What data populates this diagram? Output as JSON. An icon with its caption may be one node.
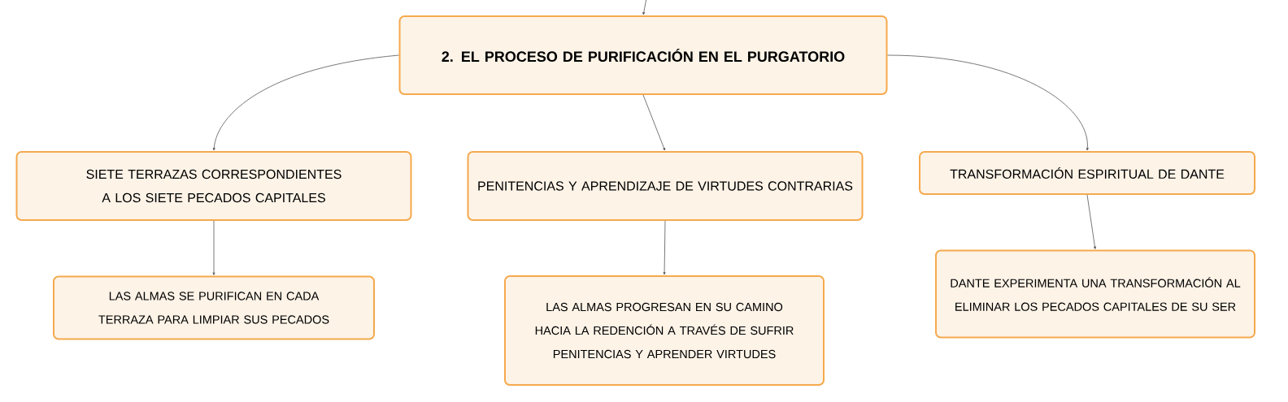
{
  "diagram": {
    "nodes": [
      {
        "text": [
          "2. EL PROCESO DE PURIFICACIÓN EN EL PURGATORIO"
        ]
      },
      {
        "text": [
          "SIETE TERRAZAS CORRESPONDIENTES A LOS SIETE PECADOS CAPITALES"
        ]
      },
      {
        "text": [
          "PENITENCIAS Y APRENDIZAJE DE VIRTUDES CONTRARIAS"
        ]
      },
      {
        "text": [
          "TRANSFORMACIÓN ESPIRITUAL DE DANTE"
        ]
      },
      {
        "text": [
          "LAS ALMAS SE PURIFICAN EN CADA TERRAZA PARA LIMPIAR SUS PECADOS"
        ]
      },
      {
        "text": [
          "LAS ALMAS PROGRESAN EN SU CAMINO HACIA LA REDENCIÓN A TRAVÉS DE SUFRIR PENITENCIAS Y APRENDER VIRTUDES"
        ]
      },
      {
        "text": [
          "DANTE EXPERIMENTA UNA TRANSFORMACIÓN AL ELIMINAR LOS PECADOS CAPITALES DE SU SER"
        ]
      }
    ],
    "edges": [
      {
        "from": null,
        "to": 0,
        "arrow": "to"
      },
      {
        "from": 0,
        "to": 1,
        "arrow": "to"
      },
      {
        "from": 0,
        "to": 2,
        "arrow": "to"
      },
      {
        "from": 0,
        "to": 3,
        "arrow": "to"
      },
      {
        "from": 1,
        "to": 4,
        "arrow": "to"
      },
      {
        "from": 2,
        "to": 5,
        "arrow": "to"
      },
      {
        "from": 3,
        "to": 6,
        "arrow": "to"
      }
    ]
  }
}
